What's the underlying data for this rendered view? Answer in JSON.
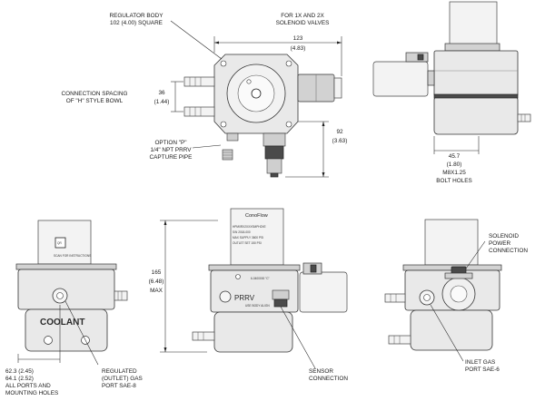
{
  "labels": {
    "regulator_body": [
      "REGULATOR BODY",
      "102 (4.00) SQUARE"
    ],
    "solenoid_valves": [
      "FOR 1X AND 2X",
      "SOLENOID VALVES"
    ],
    "dim_123": [
      "123",
      "(4.83)"
    ],
    "connection_spacing": [
      "CONNECTION SPACING",
      "OF \"H\" STYLE BOWL"
    ],
    "dim_36": [
      "36",
      "(1.44)"
    ],
    "option_p": [
      "OPTION \"P\"",
      "1/4\" NPT PRRV",
      "CAPTURE PIPE"
    ],
    "dim_92": [
      "92",
      "(3.63)"
    ],
    "dim_45_7": [
      "45.7",
      "(1.80)",
      "M8X1.25",
      "BOLT HOLES"
    ],
    "solenoid_power": [
      "SOLENOID",
      "POWER",
      "CONNECTION"
    ],
    "dim_165": [
      "165",
      "(6.48)",
      "MAX"
    ],
    "coolant": "COOLANT",
    "dim_623": [
      "62.3 (2.45)",
      "64.1 (2.52)",
      "ALL PORTS AND",
      "MOUNTING HOLES"
    ],
    "regulated_port": [
      "REGULATED",
      "(OUTLET) GAS",
      "PORT SAE-8"
    ],
    "sensor": [
      "SENSOR",
      "CONNECTION"
    ],
    "inlet_port": [
      "INLET GAS",
      "PORT SAE-6"
    ],
    "prrv": "PRRV",
    "prrv_sub": "USE BODY ALIGN",
    "brand": "ConoFlow",
    "nameplate_lines": [
      "HPM0RX2XXXSMPH2XE",
      "S/N 2018-000",
      "MAX SUPPLY 3600 PSI",
      "OUTLET SET 150 PSI"
    ],
    "scan_label": "SCAN FOR INSTRUCTIONS",
    "part_number": "6-0400000 \"C\"",
    "qr": "QR"
  }
}
